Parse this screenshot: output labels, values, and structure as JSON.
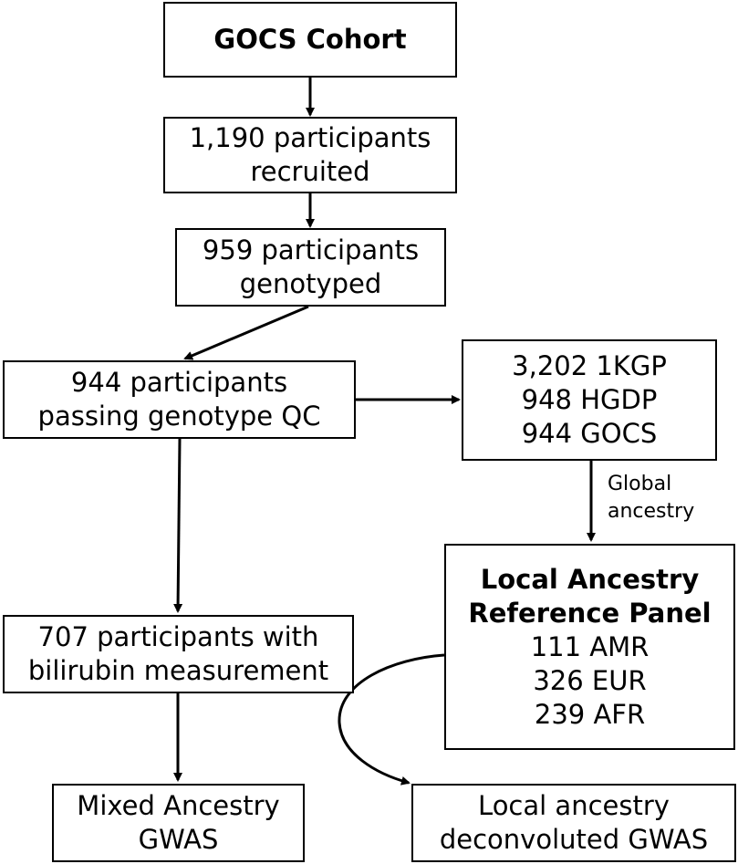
{
  "boxes": {
    "cohort": {
      "lines": [
        "GOCS Cohort"
      ]
    },
    "recruited": {
      "lines": [
        "1,190 participants",
        "recruited"
      ]
    },
    "genotyped": {
      "lines": [
        "959 participants",
        "genotyped"
      ]
    },
    "qc": {
      "lines": [
        "944 participants",
        "passing genotype QC"
      ]
    },
    "reference_sets": {
      "lines": [
        "3,202 1KGP",
        "948 HGDP",
        "944 GOCS"
      ]
    },
    "panel": {
      "title_lines": [
        "Local Ancestry",
        "Reference Panel"
      ],
      "lines": [
        "111 AMR",
        "326 EUR",
        "239 AFR"
      ]
    },
    "bilirubin": {
      "lines": [
        "707 participants with",
        "bilirubin measurement"
      ]
    },
    "mixed_gwas": {
      "lines": [
        "Mixed Ancestry",
        "GWAS"
      ]
    },
    "local_gwas": {
      "lines": [
        "Local ancestry",
        "deconvoluted GWAS"
      ]
    }
  },
  "edge_labels": {
    "global_ancestry": [
      "Global",
      "ancestry"
    ]
  }
}
